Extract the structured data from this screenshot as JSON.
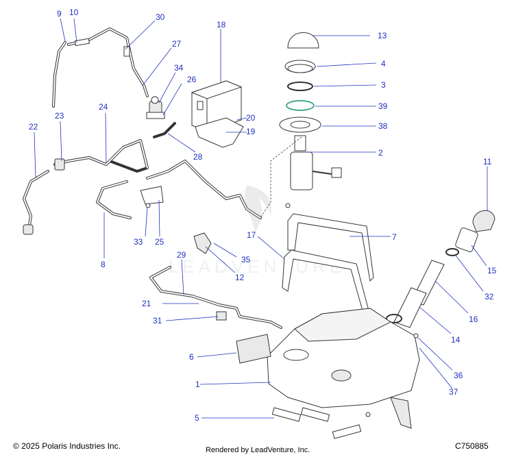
{
  "callouts": [
    {
      "id": "9",
      "label": "9"
    },
    {
      "id": "10",
      "label": "10"
    },
    {
      "id": "30",
      "label": "30"
    },
    {
      "id": "18",
      "label": "18"
    },
    {
      "id": "13",
      "label": "13"
    },
    {
      "id": "27",
      "label": "27"
    },
    {
      "id": "34",
      "label": "34"
    },
    {
      "id": "26",
      "label": "26"
    },
    {
      "id": "4",
      "label": "4"
    },
    {
      "id": "3",
      "label": "3"
    },
    {
      "id": "24",
      "label": "24"
    },
    {
      "id": "23",
      "label": "23"
    },
    {
      "id": "39",
      "label": "39"
    },
    {
      "id": "20",
      "label": "20"
    },
    {
      "id": "22",
      "label": "22"
    },
    {
      "id": "38",
      "label": "38"
    },
    {
      "id": "19",
      "label": "19"
    },
    {
      "id": "2",
      "label": "2"
    },
    {
      "id": "28",
      "label": "28"
    },
    {
      "id": "11",
      "label": "11"
    },
    {
      "id": "7",
      "label": "7"
    },
    {
      "id": "17",
      "label": "17"
    },
    {
      "id": "33",
      "label": "33"
    },
    {
      "id": "25",
      "label": "25"
    },
    {
      "id": "15",
      "label": "15"
    },
    {
      "id": "35",
      "label": "35"
    },
    {
      "id": "8",
      "label": "8"
    },
    {
      "id": "29",
      "label": "29"
    },
    {
      "id": "12",
      "label": "12"
    },
    {
      "id": "32",
      "label": "32"
    },
    {
      "id": "21",
      "label": "21"
    },
    {
      "id": "16",
      "label": "16"
    },
    {
      "id": "31",
      "label": "31"
    },
    {
      "id": "14",
      "label": "14"
    },
    {
      "id": "6",
      "label": "6"
    },
    {
      "id": "36",
      "label": "36"
    },
    {
      "id": "1",
      "label": "1"
    },
    {
      "id": "37",
      "label": "37"
    },
    {
      "id": "5",
      "label": "5"
    }
  ],
  "watermark": "LEADVENTURE",
  "footer": {
    "copyright": "© 2025 Polaris Industries Inc.",
    "rendered_by": "Rendered by LeadVenture, Inc.",
    "diagram_code": "C750885"
  },
  "colors": {
    "callout": "#1f2fbf",
    "line": "#333333"
  }
}
